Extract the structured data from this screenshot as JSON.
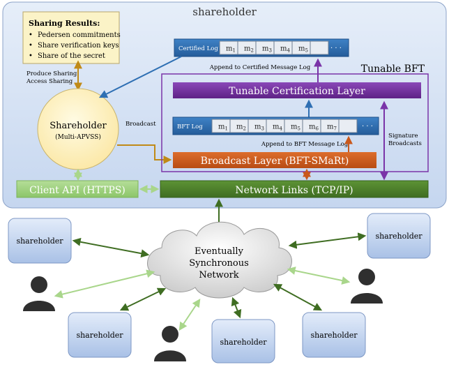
{
  "outer": {
    "title": "shareholder"
  },
  "sharing": {
    "title": "Sharing Results:",
    "items": [
      "Pedersen commitments",
      "Share verification keys",
      "Share of the secret"
    ]
  },
  "labels": {
    "produce_sharing": "Produce Sharing",
    "access_sharing": "Access Sharing",
    "broadcast": "Broadcast",
    "append_certified": "Append to Certified Message Log",
    "append_bft": "Append to BFT Message Log",
    "signature": "Signature",
    "broadcasts": "Broadcasts"
  },
  "shareholder_node": {
    "title": "Shareholder",
    "subtitle": "(Multi-APVSS)"
  },
  "certified_log": {
    "label": "Certified Log",
    "cells": [
      "m1",
      "m2",
      "m3",
      "m4",
      "m5"
    ],
    "ellipsis": "· · ·"
  },
  "bft_log": {
    "label": "BFT Log",
    "cells": [
      "m1",
      "m2",
      "m3",
      "m4",
      "m5",
      "m6",
      "m7"
    ],
    "ellipsis": "· · ·"
  },
  "tunable": {
    "title": "Tunable BFT"
  },
  "cert_layer": "Tunable Certification Layer",
  "broadcast_layer": "Broadcast Layer (BFT-SMaRt)",
  "client_api": "Client API (HTTPS)",
  "network_links": "Network Links (TCP/IP)",
  "cloud": {
    "line1": "Eventually",
    "line2": "Synchronous",
    "line3": "Network"
  },
  "peers": [
    "shareholder",
    "shareholder",
    "shareholder",
    "shareholder",
    "shareholder"
  ],
  "colors": {
    "outer_bg": "#d6e3f5",
    "sharing_box": "#fbf3c7",
    "node_fill": "#fdf1c2",
    "cert_layer": "#6a2a94",
    "broadcast_layer": "#c9581c",
    "client_api": "#9fd07f",
    "network_links": "#4a7a2a",
    "log_blue": "#2e6fb3"
  }
}
